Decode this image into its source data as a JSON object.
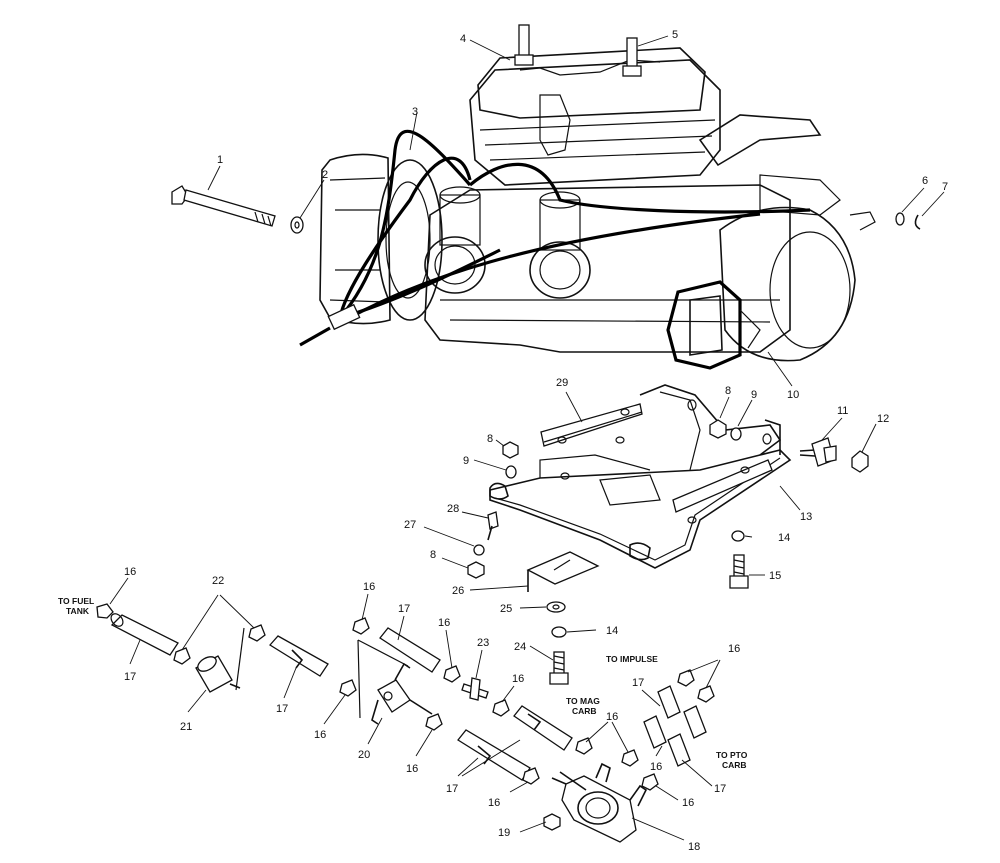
{
  "diagram": {
    "labels": {
      "1": "1",
      "2": "2",
      "3": "3",
      "4": "4",
      "5": "5",
      "6": "6",
      "7": "7",
      "8a": "8",
      "8b": "8",
      "8c": "8",
      "9a": "9",
      "9b": "9",
      "10": "10",
      "11": "11",
      "12": "12",
      "13": "13",
      "14a": "14",
      "14b": "14",
      "15": "15",
      "16a": "16",
      "16b": "16",
      "16c": "16",
      "16d": "16",
      "16e": "16",
      "16f": "16",
      "16g": "16",
      "16h": "16",
      "16i": "16",
      "16j": "16",
      "16k": "16",
      "17a": "17",
      "17b": "17",
      "17c": "17",
      "17d": "17",
      "17e": "17",
      "17f": "17",
      "18": "18",
      "19": "19",
      "20": "20",
      "21": "21",
      "22": "22",
      "23": "23",
      "24": "24",
      "25": "25",
      "26": "26",
      "27": "27",
      "28": "28",
      "29": "29"
    },
    "notes": {
      "to_fuel_tank_1": "TO FUEL",
      "to_fuel_tank_2": "TANK",
      "to_impulse": "TO IMPULSE",
      "to_mag_carb_1": "TO MAG",
      "to_mag_carb_2": "CARB",
      "to_pto_carb_1": "TO PTO",
      "to_pto_carb_2": "CARB"
    }
  }
}
